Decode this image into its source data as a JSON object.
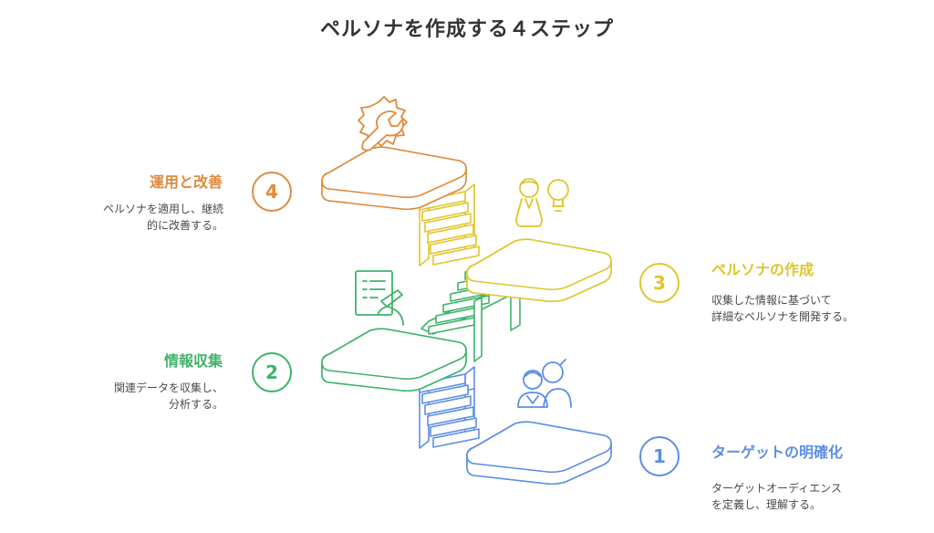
{
  "title": "ペルソナを作成する４ステップ",
  "colors": {
    "step1": "#5b8ee6",
    "step2": "#3db46a",
    "step3": "#e0c52a",
    "step4": "#e08a3c",
    "text": "#333333"
  },
  "steps": [
    {
      "number": "1",
      "title": "ターゲットの明確化",
      "desc_line1": "ターゲットオーディエンス",
      "desc_line2": "を定義し、理解する。",
      "icon": "people-icon"
    },
    {
      "number": "2",
      "title": "情報収集",
      "desc_line1": "関連データを収集し、",
      "desc_line2": "分析する。",
      "icon": "document-pen-icon"
    },
    {
      "number": "3",
      "title": "ペルソナの作成",
      "desc_line1": "収集した情報に基づいて",
      "desc_line2": "詳細なペルソナを開発する。",
      "icon": "persona-lightbulb-icon"
    },
    {
      "number": "4",
      "title": "運用と改善",
      "desc_line1": "ペルソナを適用し、継続",
      "desc_line2": "的に改善する。",
      "icon": "gear-wrench-icon"
    }
  ]
}
